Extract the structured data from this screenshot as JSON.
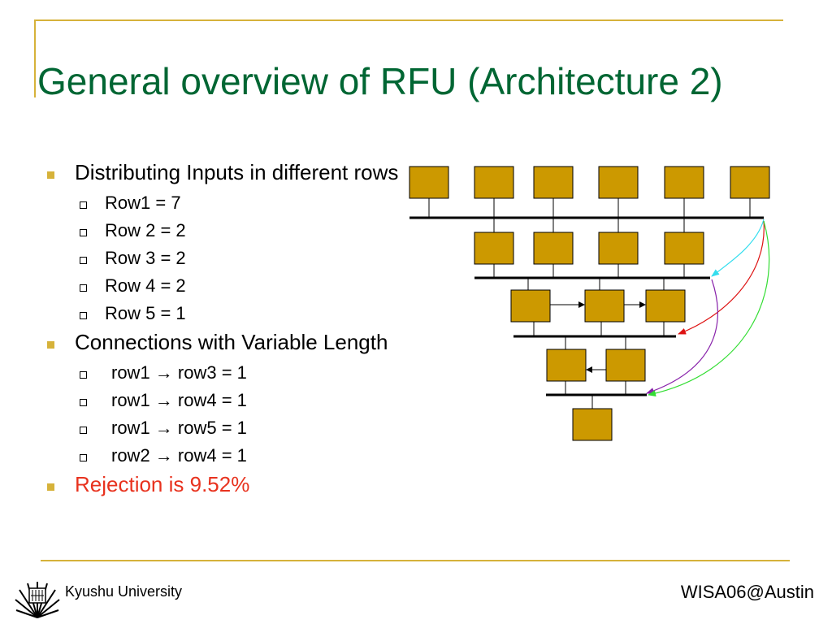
{
  "title": "General overview of RFU (Architecture 2)",
  "bullets": [
    {
      "text": "Distributing Inputs in different rows",
      "sub": [
        "Row1 = 7",
        "Row 2 = 2",
        "Row 3 = 2",
        "Row 4 = 2",
        "Row 5 = 1"
      ]
    },
    {
      "text": "Connections with Variable Length",
      "sub": [
        "row1 → row3 = 1",
        "row1 → row4 = 1",
        "row1 → row5 = 1",
        "row2 → row4 = 1"
      ]
    },
    {
      "text": "Rejection is 9.52%",
      "sub": []
    }
  ],
  "footer": {
    "left": "Kyushu University",
    "right": "WISA06@Austin"
  },
  "colors": {
    "title": "#006633",
    "accent": "#d6b23a",
    "block_fill": "#cc9900",
    "highlight": "#e8321e",
    "arrow_cyan": "#33ddee",
    "arrow_red": "#dd1111",
    "arrow_purple": "#8822aa",
    "arrow_green": "#33dd33"
  },
  "icons": {
    "bullet_l1": "square-bullet-icon",
    "bullet_l2": "hollow-square-bullet-icon",
    "logo": "kyushu-university-logo-icon"
  }
}
